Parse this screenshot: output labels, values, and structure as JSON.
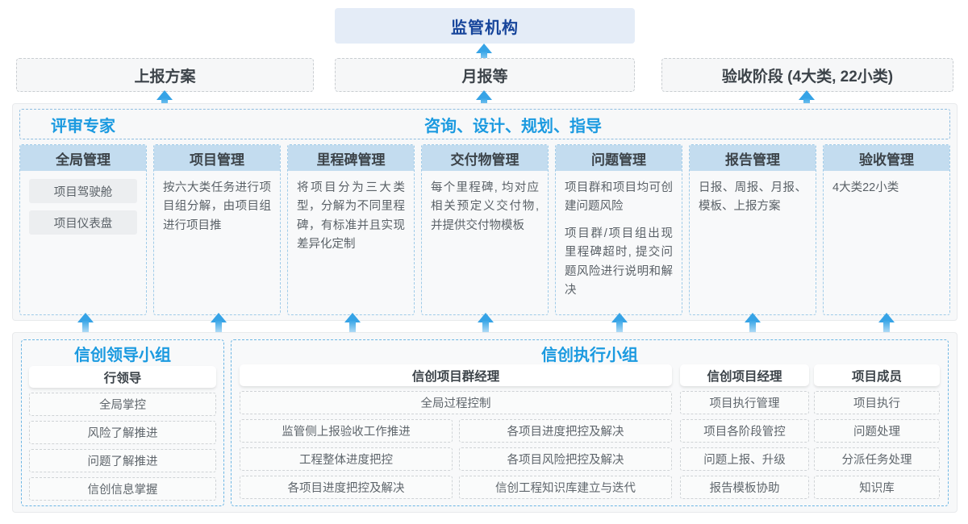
{
  "top": {
    "regulator": "监管机构"
  },
  "reports": [
    {
      "label": "上报方案"
    },
    {
      "label": "月报等"
    },
    {
      "label": "验收阶段 (4大类, 22小类)"
    }
  ],
  "middle": {
    "left_title": "评审专家",
    "center_title": "咨询、设计、规划、指导",
    "columns": [
      {
        "head": "全局管理",
        "pills": [
          "项目驾驶舱",
          "项目仪表盘"
        ],
        "paras": []
      },
      {
        "head": "项目管理",
        "pills": [],
        "paras": [
          "按六大类任务进行项目组分解，由项目组进行项目推"
        ]
      },
      {
        "head": "里程碑管理",
        "pills": [],
        "paras": [
          "将项目分为三大类型，分解为不同里程碑，有标准并且实现差异化定制"
        ]
      },
      {
        "head": "交付物管理",
        "pills": [],
        "paras": [
          "每个里程碑, 均对应相关预定义交付物, 并提供交付物模板"
        ]
      },
      {
        "head": "问题管理",
        "pills": [],
        "paras": [
          "项目群和项目均可创建问题风险",
          "项目群/项目组出现里程碑超时, 提交问题风险进行说明和解决"
        ]
      },
      {
        "head": "报告管理",
        "pills": [],
        "paras": [
          "日报、周报、月报、模板、上报方案"
        ]
      },
      {
        "head": "验收管理",
        "pills": [],
        "paras": [
          "4大类22小类"
        ]
      }
    ]
  },
  "bottom": {
    "leader_group": {
      "title": "信创领导小组",
      "role": "行领导",
      "duties": [
        "全局掌控",
        "风险了解推进",
        "问题了解推进",
        "信创信息掌握"
      ]
    },
    "exec_group": {
      "title": "信创执行小组",
      "program_manager": {
        "role": "信创项目群经理",
        "full_width_duty": "全局过程控制",
        "left_duties": [
          "监管侧上报验收工作推进",
          "工程整体进度把控",
          "各项目进度把控及解决"
        ],
        "right_duties": [
          "各项目进度把控及解决",
          "各项目风险把控及解决",
          "信创工程知识库建立与迭代"
        ]
      },
      "project_manager": {
        "role": "信创项目经理",
        "duties": [
          "项目执行管理",
          "项目各阶段管控",
          "问题上报、升级",
          "报告模板协助"
        ]
      },
      "project_member": {
        "role": "项目成员",
        "duties": [
          "项目执行",
          "问题处理",
          "分派任务处理",
          "知识库"
        ]
      }
    }
  },
  "colors": {
    "accent_blue": "#1b9ae0",
    "deep_blue": "#17459b",
    "header_fill": "#c3dcef",
    "top_box_fill": "#e4ecf7",
    "arrow": "#36a3e6"
  }
}
